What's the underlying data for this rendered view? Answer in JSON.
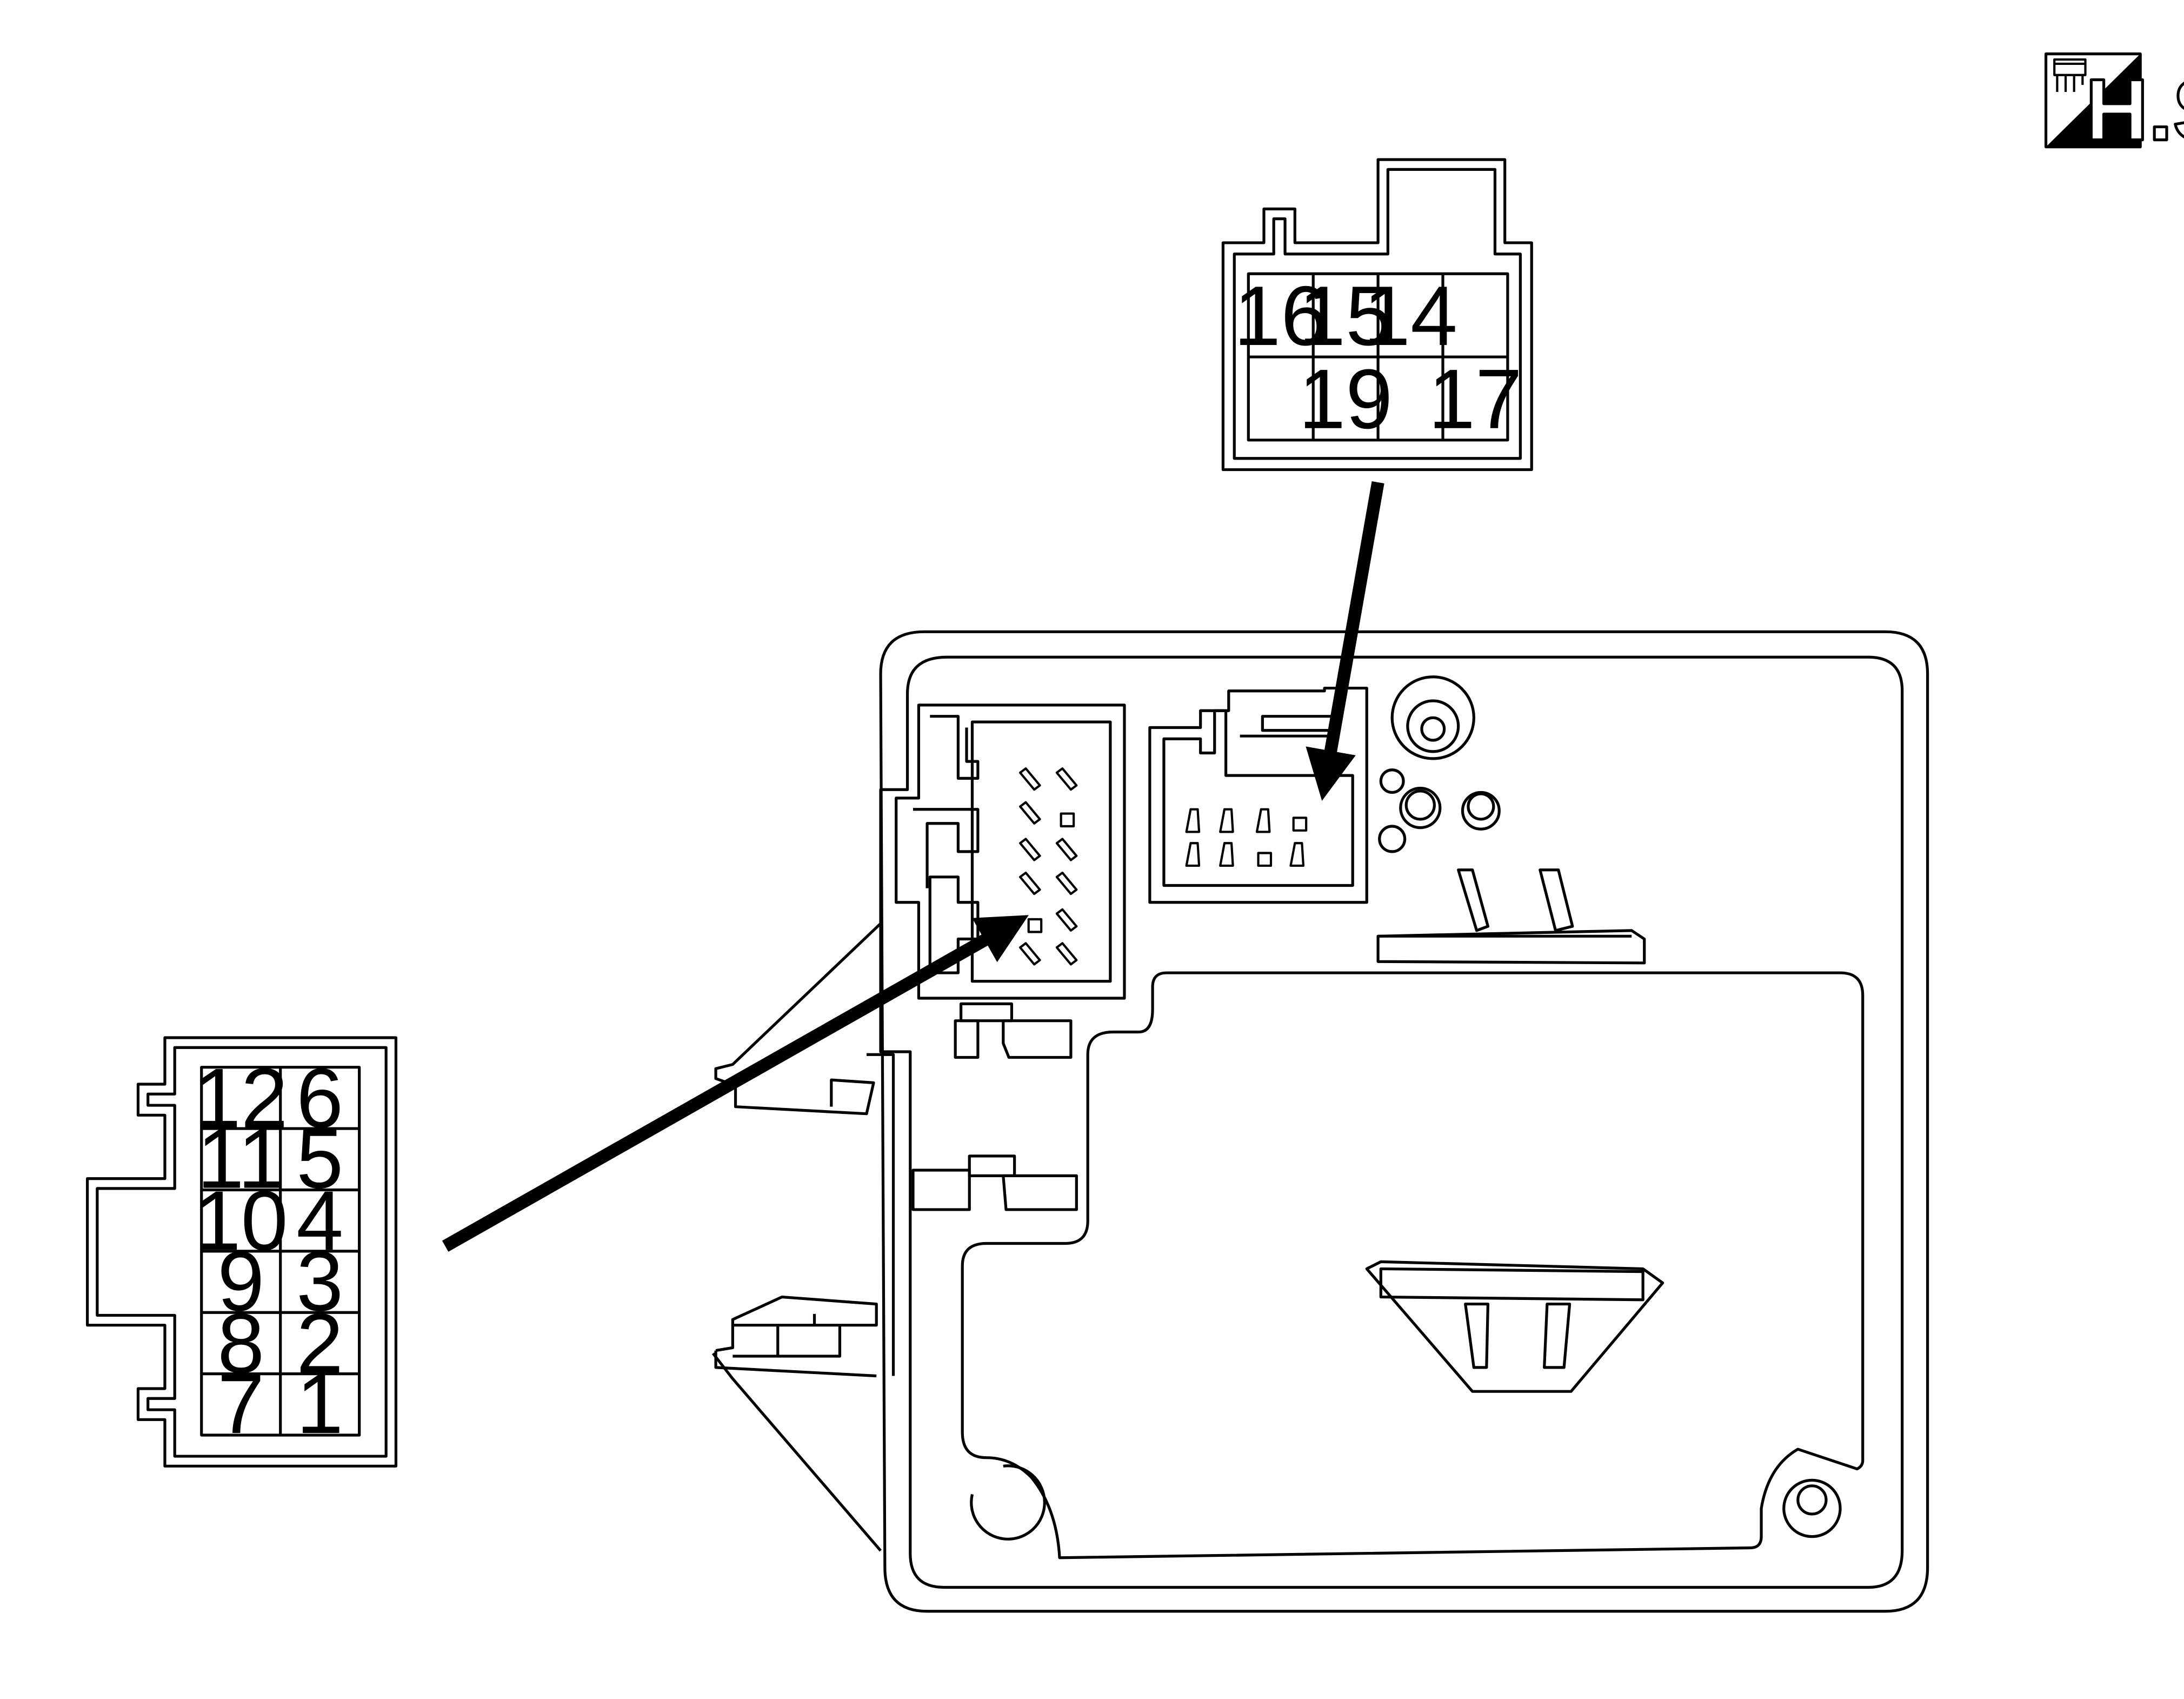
{
  "badge": {
    "text": "H.S.",
    "icon": "harness-side-icon"
  },
  "connector_19_pin": {
    "rows": [
      [
        "16",
        "15",
        "14",
        ""
      ],
      [
        "",
        "19",
        "",
        "17"
      ]
    ]
  },
  "connector_12_pin": {
    "rows": [
      [
        "12",
        "6"
      ],
      [
        "11",
        "5"
      ],
      [
        "10",
        "4"
      ],
      [
        "9",
        "3"
      ],
      [
        "8",
        "2"
      ],
      [
        "7",
        "1"
      ]
    ]
  },
  "colors": {
    "line": "#000000",
    "background": "#ffffff"
  }
}
